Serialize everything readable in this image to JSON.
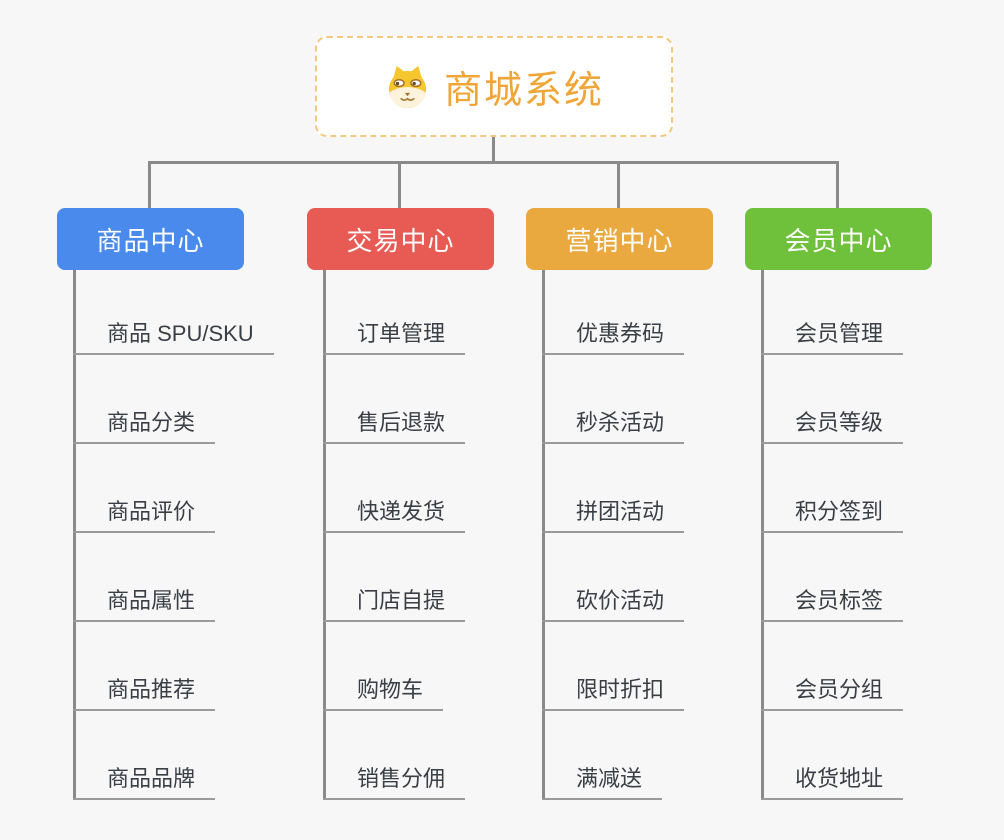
{
  "root": {
    "title": "商城系统",
    "icon": "dog-face-icon"
  },
  "colors": {
    "background": "#f7f7f7",
    "connector": "#8a8a8a",
    "leaf_underline": "#9a9a9a",
    "leaf_text": "#3a3f45",
    "root_text": "#f0a636",
    "root_border": "#f3c87f"
  },
  "branches": [
    {
      "label": "商品中心",
      "color": "#4a8aec",
      "children": [
        "商品 SPU/SKU",
        "商品分类",
        "商品评价",
        "商品属性",
        "商品推荐",
        "商品品牌"
      ]
    },
    {
      "label": "交易中心",
      "color": "#e85b55",
      "children": [
        "订单管理",
        "售后退款",
        "快递发货",
        "门店自提",
        "购物车",
        "销售分佣"
      ]
    },
    {
      "label": "营销中心",
      "color": "#e9a93f",
      "children": [
        "优惠券码",
        "秒杀活动",
        "拼团活动",
        "砍价活动",
        "限时折扣",
        "满减送"
      ]
    },
    {
      "label": "会员中心",
      "color": "#6fc13c",
      "children": [
        "会员管理",
        "会员等级",
        "积分签到",
        "会员标签",
        "会员分组",
        "收货地址"
      ]
    }
  ]
}
